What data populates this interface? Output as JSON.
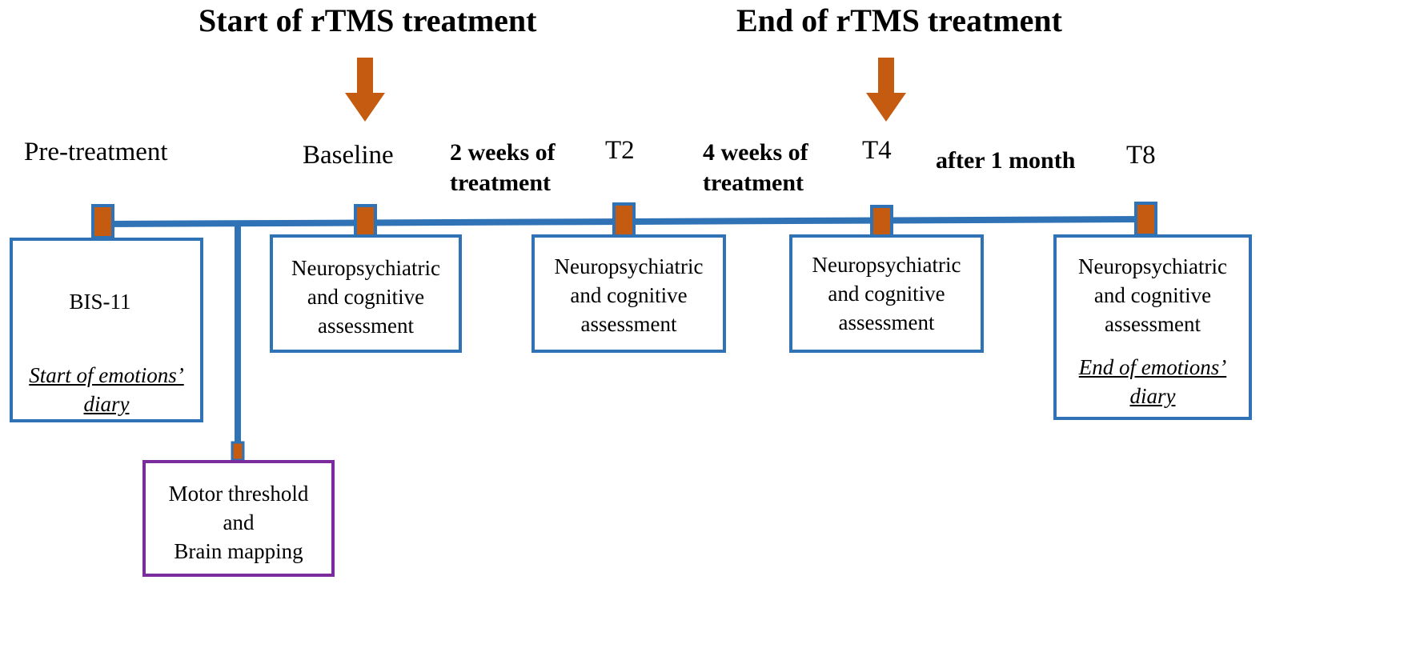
{
  "headers": {
    "start": "Start of rTMS treatment",
    "end": "End of rTMS treatment"
  },
  "timepoints": {
    "pre": "Pre-treatment",
    "baseline": "Baseline",
    "t2": "T2",
    "t4": "T4",
    "t8": "T8"
  },
  "intervals": {
    "two_weeks": [
      "2 weeks of",
      "treatment"
    ],
    "four_weeks": [
      "4 weeks of",
      "treatment"
    ],
    "after_month": "after 1 month"
  },
  "boxes": {
    "pre": {
      "title": "BIS-11",
      "note": [
        "Start of emotions’",
        "diary"
      ]
    },
    "baseline": {
      "lines": [
        "Neuropsychiatric",
        "and cognitive",
        "assessment"
      ]
    },
    "t2": {
      "lines": [
        "Neuropsychiatric",
        "and cognitive",
        "assessment"
      ]
    },
    "t4": {
      "lines": [
        "Neuropsychiatric",
        "and cognitive",
        "assessment"
      ]
    },
    "t8": {
      "lines": [
        "Neuropsychiatric",
        "and cognitive",
        "assessment"
      ],
      "note": [
        "End of emotions’",
        "diary"
      ]
    },
    "motor": {
      "lines": [
        "Motor threshold",
        "and",
        "Brain mapping"
      ]
    }
  },
  "colors": {
    "timeline": "#2f72b5",
    "marker": "#c55a11",
    "arrow": "#c55a11",
    "motor_border": "#7a2c9c"
  }
}
